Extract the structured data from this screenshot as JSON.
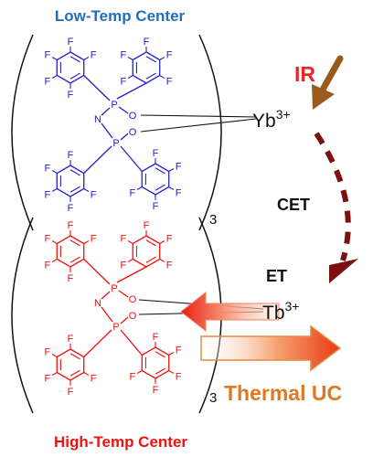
{
  "labels": {
    "low_center": "Low-Temp Center",
    "high_center": "High-Temp Center",
    "ir": "IR",
    "cet": "CET",
    "et": "ET",
    "thermal_uc": "Thermal UC",
    "yb_ion": "Yb",
    "yb_charge": "3+",
    "tb_ion": "Tb",
    "tb_charge": "3+",
    "subscript_top": "3",
    "subscript_bottom": "3"
  },
  "atoms": {
    "fluorine": "F",
    "phosphorus": "P",
    "nitrogen": "N",
    "oxygen": "O"
  },
  "colors": {
    "low_temp": "#1f6fc0",
    "low_ligand": "#2222cc",
    "high_ligand": "#ee1111",
    "ir_arrow": "#9a5a1e",
    "ir_text": "#e8272b",
    "cet_arrow": "#7a1010",
    "thermal_text": "#e07820",
    "thermal_arrow": "#e05020",
    "ink": "#111111"
  }
}
